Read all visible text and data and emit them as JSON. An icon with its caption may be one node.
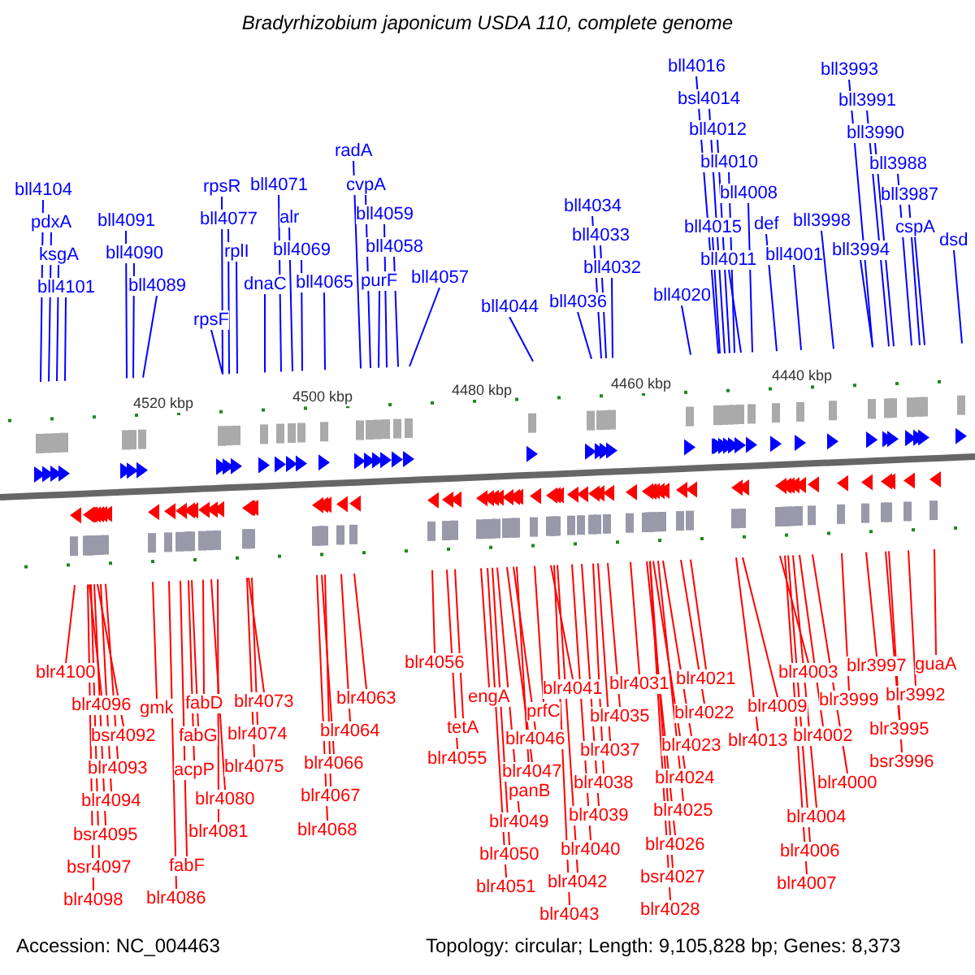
{
  "diagram": {
    "title": "Bradyrhizobium japonicum USDA 110, complete genome",
    "nodes": [
      {
        "text": [
          "bll4104"
        ]
      },
      {
        "text": [
          "pdxA"
        ]
      },
      {
        "text": [
          "ksgA"
        ]
      },
      {
        "text": [
          "bll4101"
        ]
      },
      {
        "text": [
          "bll4091"
        ]
      },
      {
        "text": [
          "bll4090"
        ]
      },
      {
        "text": [
          "bll4089"
        ]
      },
      {
        "text": [
          "rpsR"
        ]
      },
      {
        "text": [
          "bll4077"
        ]
      },
      {
        "text": [
          "rplI"
        ]
      },
      {
        "text": [
          "rpsF"
        ]
      },
      {
        "text": [
          "bll4071"
        ]
      },
      {
        "text": [
          "alr"
        ]
      },
      {
        "text": [
          "bll4069"
        ]
      },
      {
        "text": [
          "dnaC"
        ]
      },
      {
        "text": [
          "bll4065"
        ]
      },
      {
        "text": [
          "radA"
        ]
      },
      {
        "text": [
          "cvpA"
        ]
      },
      {
        "text": [
          "bll4059"
        ]
      },
      {
        "text": [
          "bll4058"
        ]
      },
      {
        "text": [
          "purF"
        ]
      },
      {
        "text": [
          "bll4057"
        ]
      },
      {
        "text": [
          "bll4044"
        ]
      },
      {
        "text": [
          "bll4036"
        ]
      },
      {
        "text": [
          "bll4034"
        ]
      },
      {
        "text": [
          "bll4033"
        ]
      },
      {
        "text": [
          "bll4032"
        ]
      },
      {
        "text": [
          "bll4020"
        ]
      },
      {
        "text": [
          "bll4016"
        ]
      },
      {
        "text": [
          "bsl4014"
        ]
      },
      {
        "text": [
          "bll4012"
        ]
      },
      {
        "text": [
          "bll4010"
        ]
      },
      {
        "text": [
          "bll4008"
        ]
      },
      {
        "text": [
          "bll4015"
        ]
      },
      {
        "text": [
          "bll4011"
        ]
      },
      {
        "text": [
          "def"
        ]
      },
      {
        "text": [
          "bll4001"
        ]
      },
      {
        "text": [
          "bll3998"
        ]
      },
      {
        "text": [
          "bll3993"
        ]
      },
      {
        "text": [
          "bll3991"
        ]
      },
      {
        "text": [
          "bll3990"
        ]
      },
      {
        "text": [
          "bll3988"
        ]
      },
      {
        "text": [
          "bll3987"
        ]
      },
      {
        "text": [
          "bll3994"
        ]
      },
      {
        "text": [
          "cspA"
        ]
      },
      {
        "text": [
          "dsd"
        ]
      },
      {
        "text": [
          "blr4100"
        ]
      },
      {
        "text": [
          "blr4096"
        ]
      },
      {
        "text": [
          "gmk"
        ]
      },
      {
        "text": [
          "fabD"
        ]
      },
      {
        "text": [
          "blr4073"
        ]
      },
      {
        "text": [
          "blr4063"
        ]
      },
      {
        "text": [
          "bsr4092"
        ]
      },
      {
        "text": [
          "fabG"
        ]
      },
      {
        "text": [
          "blr4074"
        ]
      },
      {
        "text": [
          "blr4064"
        ]
      },
      {
        "text": [
          "blr4093"
        ]
      },
      {
        "text": [
          "acpP"
        ]
      },
      {
        "text": [
          "blr4075"
        ]
      },
      {
        "text": [
          "blr4066"
        ]
      },
      {
        "text": [
          "blr4094"
        ]
      },
      {
        "text": [
          "blr4080"
        ]
      },
      {
        "text": [
          "blr4067"
        ]
      },
      {
        "text": [
          "bsr4095"
        ]
      },
      {
        "text": [
          "blr4081"
        ]
      },
      {
        "text": [
          "blr4068"
        ]
      },
      {
        "text": [
          "bsr4097"
        ]
      },
      {
        "text": [
          "fabF"
        ]
      },
      {
        "text": [
          "blr4098"
        ]
      },
      {
        "text": [
          "blr4086"
        ]
      },
      {
        "text": [
          "blr4056"
        ]
      },
      {
        "text": [
          "tetA"
        ]
      },
      {
        "text": [
          "blr4055"
        ]
      },
      {
        "text": [
          "engA"
        ]
      },
      {
        "text": [
          "blr4041"
        ]
      },
      {
        "text": [
          "blr4031"
        ]
      },
      {
        "text": [
          "blr4021"
        ]
      },
      {
        "text": [
          "prfC"
        ]
      },
      {
        "text": [
          "blr4035"
        ]
      },
      {
        "text": [
          "blr4022"
        ]
      },
      {
        "text": [
          "blr4009"
        ]
      },
      {
        "text": [
          "blr4003"
        ]
      },
      {
        "text": [
          "blr3997"
        ]
      },
      {
        "text": [
          "guaA"
        ]
      },
      {
        "text": [
          "blr3999"
        ]
      },
      {
        "text": [
          "blr3992"
        ]
      },
      {
        "text": [
          "blr4013"
        ]
      },
      {
        "text": [
          "blr4002"
        ]
      },
      {
        "text": [
          "blr3995"
        ]
      },
      {
        "text": [
          "blr4046"
        ]
      },
      {
        "text": [
          "blr4037"
        ]
      },
      {
        "text": [
          "blr4023"
        ]
      },
      {
        "text": [
          "bsr3996"
        ]
      },
      {
        "text": [
          "blr4047"
        ]
      },
      {
        "text": [
          "blr4038"
        ]
      },
      {
        "text": [
          "blr4024"
        ]
      },
      {
        "text": [
          "blr4000"
        ]
      },
      {
        "text": [
          "panB"
        ]
      },
      {
        "text": [
          "blr4049"
        ]
      },
      {
        "text": [
          "blr4039"
        ]
      },
      {
        "text": [
          "blr4025"
        ]
      },
      {
        "text": [
          "blr4004"
        ]
      },
      {
        "text": [
          "blr4050"
        ]
      },
      {
        "text": [
          "blr4040"
        ]
      },
      {
        "text": [
          "blr4026"
        ]
      },
      {
        "text": [
          "blr4006"
        ]
      },
      {
        "text": [
          "blr4051"
        ]
      },
      {
        "text": [
          "blr4042"
        ]
      },
      {
        "text": [
          "bsr4027"
        ]
      },
      {
        "text": [
          "blr4007"
        ]
      },
      {
        "text": [
          "blr4043"
        ]
      },
      {
        "text": [
          "blr4028"
        ]
      }
    ],
    "edges": [
      {
        "from": 0,
        "to": null,
        "arrow": "none",
        "color": "#0000ff"
      },
      {
        "from": 1,
        "to": null,
        "arrow": "none",
        "color": "#0000ff"
      },
      {
        "from": 2,
        "to": null,
        "arrow": "none",
        "color": "#0000ff"
      },
      {
        "from": 3,
        "to": null,
        "arrow": "none",
        "color": "#0000ff"
      },
      {
        "from": 4,
        "to": null,
        "arrow": "none",
        "color": "#0000ff"
      },
      {
        "from": 5,
        "to": null,
        "arrow": "none",
        "color": "#0000ff"
      },
      {
        "from": 6,
        "to": null,
        "arrow": "none",
        "color": "#0000ff"
      },
      {
        "from": 7,
        "to": null,
        "arrow": "none",
        "color": "#0000ff"
      },
      {
        "from": 8,
        "to": null,
        "arrow": "none",
        "color": "#0000ff"
      },
      {
        "from": 9,
        "to": null,
        "arrow": "none",
        "color": "#0000ff"
      },
      {
        "from": 10,
        "to": null,
        "arrow": "none",
        "color": "#0000ff"
      },
      {
        "from": 11,
        "to": null,
        "arrow": "none",
        "color": "#0000ff"
      },
      {
        "from": 12,
        "to": null,
        "arrow": "none",
        "color": "#0000ff"
      },
      {
        "from": 13,
        "to": null,
        "arrow": "none",
        "color": "#0000ff"
      },
      {
        "from": 14,
        "to": null,
        "arrow": "none",
        "color": "#0000ff"
      },
      {
        "from": 15,
        "to": null,
        "arrow": "none",
        "color": "#0000ff"
      },
      {
        "from": 16,
        "to": null,
        "arrow": "none",
        "color": "#0000ff"
      },
      {
        "from": 17,
        "to": null,
        "arrow": "none",
        "color": "#0000ff"
      },
      {
        "from": 18,
        "to": null,
        "arrow": "none",
        "color": "#0000ff"
      },
      {
        "from": 19,
        "to": null,
        "arrow": "none",
        "color": "#0000ff"
      },
      {
        "from": 20,
        "to": null,
        "arrow": "none",
        "color": "#0000ff"
      },
      {
        "from": 21,
        "to": null,
        "arrow": "none",
        "color": "#0000ff"
      },
      {
        "from": 22,
        "to": null,
        "arrow": "none",
        "color": "#0000ff"
      },
      {
        "from": 23,
        "to": null,
        "arrow": "none",
        "color": "#0000ff"
      },
      {
        "from": 24,
        "to": null,
        "arrow": "none",
        "color": "#0000ff"
      },
      {
        "from": 25,
        "to": null,
        "arrow": "none",
        "color": "#0000ff"
      },
      {
        "from": 26,
        "to": null,
        "arrow": "none",
        "color": "#0000ff"
      },
      {
        "from": 27,
        "to": null,
        "arrow": "none",
        "color": "#0000ff"
      },
      {
        "from": 28,
        "to": null,
        "arrow": "none",
        "color": "#0000ff"
      },
      {
        "from": 29,
        "to": null,
        "arrow": "none",
        "color": "#0000ff"
      },
      {
        "from": 30,
        "to": null,
        "arrow": "none",
        "color": "#0000ff"
      },
      {
        "from": 31,
        "to": null,
        "arrow": "none",
        "color": "#0000ff"
      },
      {
        "from": 32,
        "to": null,
        "arrow": "none",
        "color": "#0000ff"
      },
      {
        "from": 33,
        "to": null,
        "arrow": "none",
        "color": "#0000ff"
      },
      {
        "from": 34,
        "to": null,
        "arrow": "none",
        "color": "#0000ff"
      },
      {
        "from": 35,
        "to": null,
        "arrow": "none",
        "color": "#0000ff"
      },
      {
        "from": 36,
        "to": null,
        "arrow": "none",
        "color": "#0000ff"
      },
      {
        "from": 37,
        "to": null,
        "arrow": "none",
        "color": "#0000ff"
      },
      {
        "from": 38,
        "to": null,
        "arrow": "none",
        "color": "#0000ff"
      },
      {
        "from": 39,
        "to": null,
        "arrow": "none",
        "color": "#0000ff"
      },
      {
        "from": 40,
        "to": null,
        "arrow": "none",
        "color": "#0000ff"
      },
      {
        "from": 41,
        "to": null,
        "arrow": "none",
        "color": "#0000ff"
      },
      {
        "from": 42,
        "to": null,
        "arrow": "none",
        "color": "#0000ff"
      },
      {
        "from": 43,
        "to": null,
        "arrow": "none",
        "color": "#0000ff"
      },
      {
        "from": 44,
        "to": null,
        "arrow": "none",
        "color": "#0000ff"
      },
      {
        "from": 45,
        "to": null,
        "arrow": "none",
        "color": "#0000ff"
      },
      {
        "from": 46,
        "to": null,
        "arrow": "none"
      },
      {
        "from": 47,
        "to": null,
        "arrow": "none"
      },
      {
        "from": 48,
        "to": null,
        "arrow": "none"
      },
      {
        "from": 49,
        "to": null,
        "arrow": "none"
      },
      {
        "from": 50,
        "to": null,
        "arrow": "none"
      },
      {
        "from": 51,
        "to": null,
        "arrow": "none"
      },
      {
        "from": 52,
        "to": null,
        "arrow": "none"
      },
      {
        "from": 53,
        "to": null,
        "arrow": "none"
      },
      {
        "from": 54,
        "to": null,
        "arrow": "none"
      },
      {
        "from": 55,
        "to": null,
        "arrow": "none"
      },
      {
        "from": 56,
        "to": null,
        "arrow": "none"
      },
      {
        "from": 57,
        "to": null,
        "arrow": "none"
      },
      {
        "from": 58,
        "to": null,
        "arrow": "none"
      },
      {
        "from": 59,
        "to": null,
        "arrow": "none"
      },
      {
        "from": 60,
        "to": null,
        "arrow": "none"
      },
      {
        "from": 61,
        "to": null,
        "arrow": "none"
      },
      {
        "from": 62,
        "to": null,
        "arrow": "none"
      },
      {
        "from": 63,
        "to": null,
        "arrow": "none"
      },
      {
        "from": 64,
        "to": null,
        "arrow": "none"
      },
      {
        "from": 65,
        "to": null,
        "arrow": "none"
      },
      {
        "from": 66,
        "to": null,
        "arrow": "none"
      },
      {
        "from": 67,
        "to": null,
        "arrow": "none"
      },
      {
        "from": 68,
        "to": null,
        "arrow": "none"
      },
      {
        "from": 69,
        "to": null,
        "arrow": "none"
      },
      {
        "from": 70,
        "to": null,
        "arrow": "none"
      },
      {
        "from": 71,
        "to": null,
        "arrow": "none"
      },
      {
        "from": 72,
        "to": null,
        "arrow": "none"
      },
      {
        "from": 73,
        "to": null,
        "arrow": "none"
      },
      {
        "from": 74,
        "to": null,
        "arrow": "none"
      },
      {
        "from": 75,
        "to": null,
        "arrow": "none"
      },
      {
        "from": 76,
        "to": null,
        "arrow": "none"
      },
      {
        "from": 77,
        "to": null,
        "arrow": "none"
      },
      {
        "from": 78,
        "to": null,
        "arrow": "none"
      },
      {
        "from": 79,
        "to": null,
        "arrow": "none"
      },
      {
        "from": 80,
        "to": null,
        "arrow": "none"
      },
      {
        "from": 81,
        "to": null,
        "arrow": "none"
      },
      {
        "from": 82,
        "to": null,
        "arrow": "none"
      },
      {
        "from": 83,
        "to": null,
        "arrow": "none"
      },
      {
        "from": 84,
        "to": null,
        "arrow": "none"
      },
      {
        "from": 85,
        "to": null,
        "arrow": "none"
      },
      {
        "from": 86,
        "to": null,
        "arrow": "none"
      },
      {
        "from": 87,
        "to": null,
        "arrow": "none"
      },
      {
        "from": 88,
        "to": null,
        "arrow": "none"
      },
      {
        "from": 89,
        "to": null,
        "arrow": "none"
      },
      {
        "from": 90,
        "to": null,
        "arrow": "none"
      },
      {
        "from": 91,
        "to": null,
        "arrow": "none"
      },
      {
        "from": 92,
        "to": null,
        "arrow": "none"
      },
      {
        "from": 93,
        "to": null,
        "arrow": "none"
      },
      {
        "from": 94,
        "to": null,
        "arrow": "none"
      },
      {
        "from": 95,
        "to": null,
        "arrow": "none"
      },
      {
        "from": 96,
        "to": null,
        "arrow": "none"
      },
      {
        "from": 97,
        "to": null,
        "arrow": "none"
      },
      {
        "from": 98,
        "to": null,
        "arrow": "none"
      },
      {
        "from": 99,
        "to": null,
        "arrow": "none"
      },
      {
        "from": 100,
        "to": null,
        "arrow": "none"
      },
      {
        "from": 101,
        "to": null,
        "arrow": "none"
      },
      {
        "from": 102,
        "to": null,
        "arrow": "none"
      },
      {
        "from": 103,
        "to": null,
        "arrow": "none"
      },
      {
        "from": 104,
        "to": null,
        "arrow": "none"
      },
      {
        "from": 105,
        "to": null,
        "arrow": "none"
      },
      {
        "from": 106,
        "to": null,
        "arrow": "none"
      },
      {
        "from": 107,
        "to": null,
        "arrow": "none"
      },
      {
        "from": 108,
        "to": null,
        "arrow": "none"
      },
      {
        "from": 109,
        "to": null,
        "arrow": "none"
      },
      {
        "from": 110,
        "to": null,
        "arrow": "none"
      },
      {
        "from": 111,
        "to": null,
        "arrow": "none"
      }
    ],
    "labels": [
      "4520 kbp",
      "4500 kbp",
      "4480 kbp",
      "4460 kbp",
      "4440 kbp",
      "Accession: NC_004463",
      "Topology: circular; Length: 9,105,828 bp; Genes: 8,373"
    ]
  }
}
